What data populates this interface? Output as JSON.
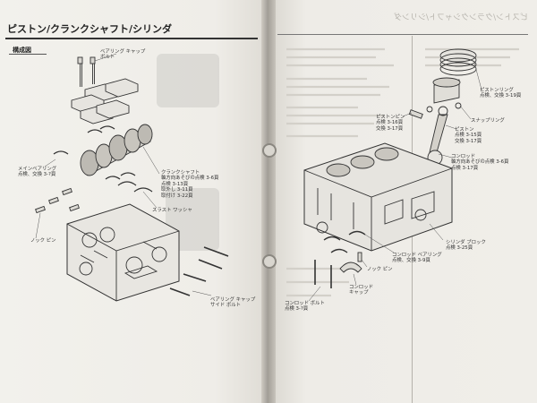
{
  "left_page": {
    "section_title": "ピストン/クランクシャフト/シリンダ",
    "subhead": "構成図",
    "labels": {
      "bearing_cap": "ベアリング キャップ\nボルト",
      "main_bearing": "メインベアリング\n点検、交換 3-?頁",
      "crankshaft": "クランクシャフト\n軸方向あそびの点検 3-6頁\n点検 3-13頁\n取外し 3-11頁\n取付け 3-22頁",
      "thrust_washer": "スラスト ワッシャ",
      "knock_pin": "ノック ピン",
      "cap_side_bolt": "ベアリング キャップ\nサイド ボルト"
    }
  },
  "right_page": {
    "mirror_header": "ピストン/クランクシャフト/シリンダ",
    "labels": {
      "piston_ring": "ピストンリング\n点検、交換 3-19頁",
      "snap_ring": "スナップリング",
      "piston_pin": "ピストンピン\n点検 3-16頁\n交換 3-17頁",
      "piston": "ピストン\n点検 3-15頁\n交換 3-17頁",
      "conrod": "コンロッド\n軸方向あそびの点検 3-6頁\n点検 3-17頁",
      "cylinder_block": "シリンダ ブロック\n点検 3-25頁",
      "conrod_bearing": "コンロッド ベアリング\n点検、交換 3-9頁",
      "knock_pin": "ノック ピン",
      "conrod_bolt": "コンロッド ボルト\n点検 3-?頁",
      "conrod_cap": "コンロッド\nキャップ"
    }
  }
}
